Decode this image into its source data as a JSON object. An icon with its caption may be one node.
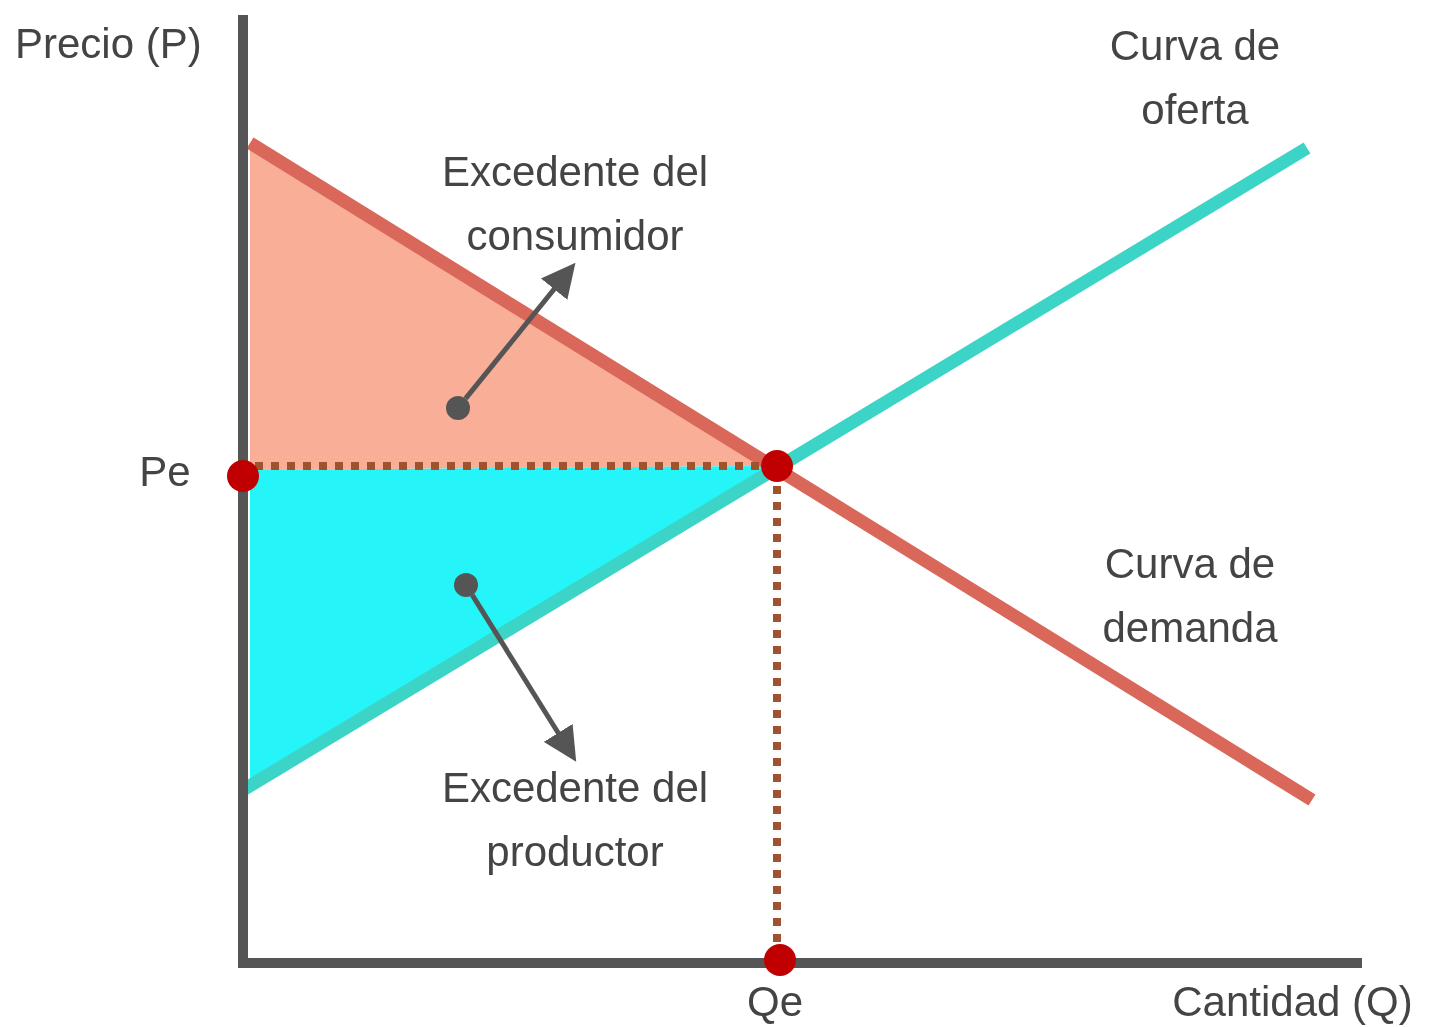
{
  "diagram": {
    "nodes": [
      {
        "text": [
          "Excedente del consumidor"
        ]
      },
      {
        "text": [],
        "shape": "circle"
      },
      {
        "text": [
          "Excedente del productor"
        ]
      },
      {
        "text": [],
        "shape": "circle"
      }
    ],
    "edges": [
      {
        "from": 1,
        "to": 0,
        "arrow": "to"
      },
      {
        "from": 3,
        "to": 2,
        "arrow": "to"
      }
    ],
    "labels": [
      "Precio (P)",
      "Curva de oferta",
      "Pe",
      "Curva de demanda",
      "Qe",
      "Cantidad (Q)"
    ]
  }
}
